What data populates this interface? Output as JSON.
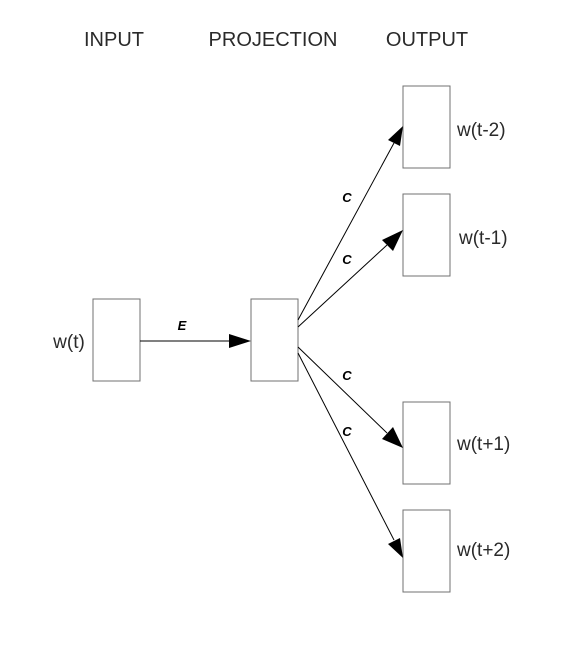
{
  "headers": {
    "input": "INPUT",
    "projection": "PROJECTION",
    "output": "OUTPUT"
  },
  "input_word": "w(t)",
  "input_edge_label": "E",
  "output_edge_labels": {
    "o1": "C",
    "o2": "C",
    "o3": "C",
    "o4": "C"
  },
  "output_words": {
    "o1": "w(t-2)",
    "o2": "w(t-1)",
    "o3": "w(t+1)",
    "o4": "w(t+2)"
  }
}
